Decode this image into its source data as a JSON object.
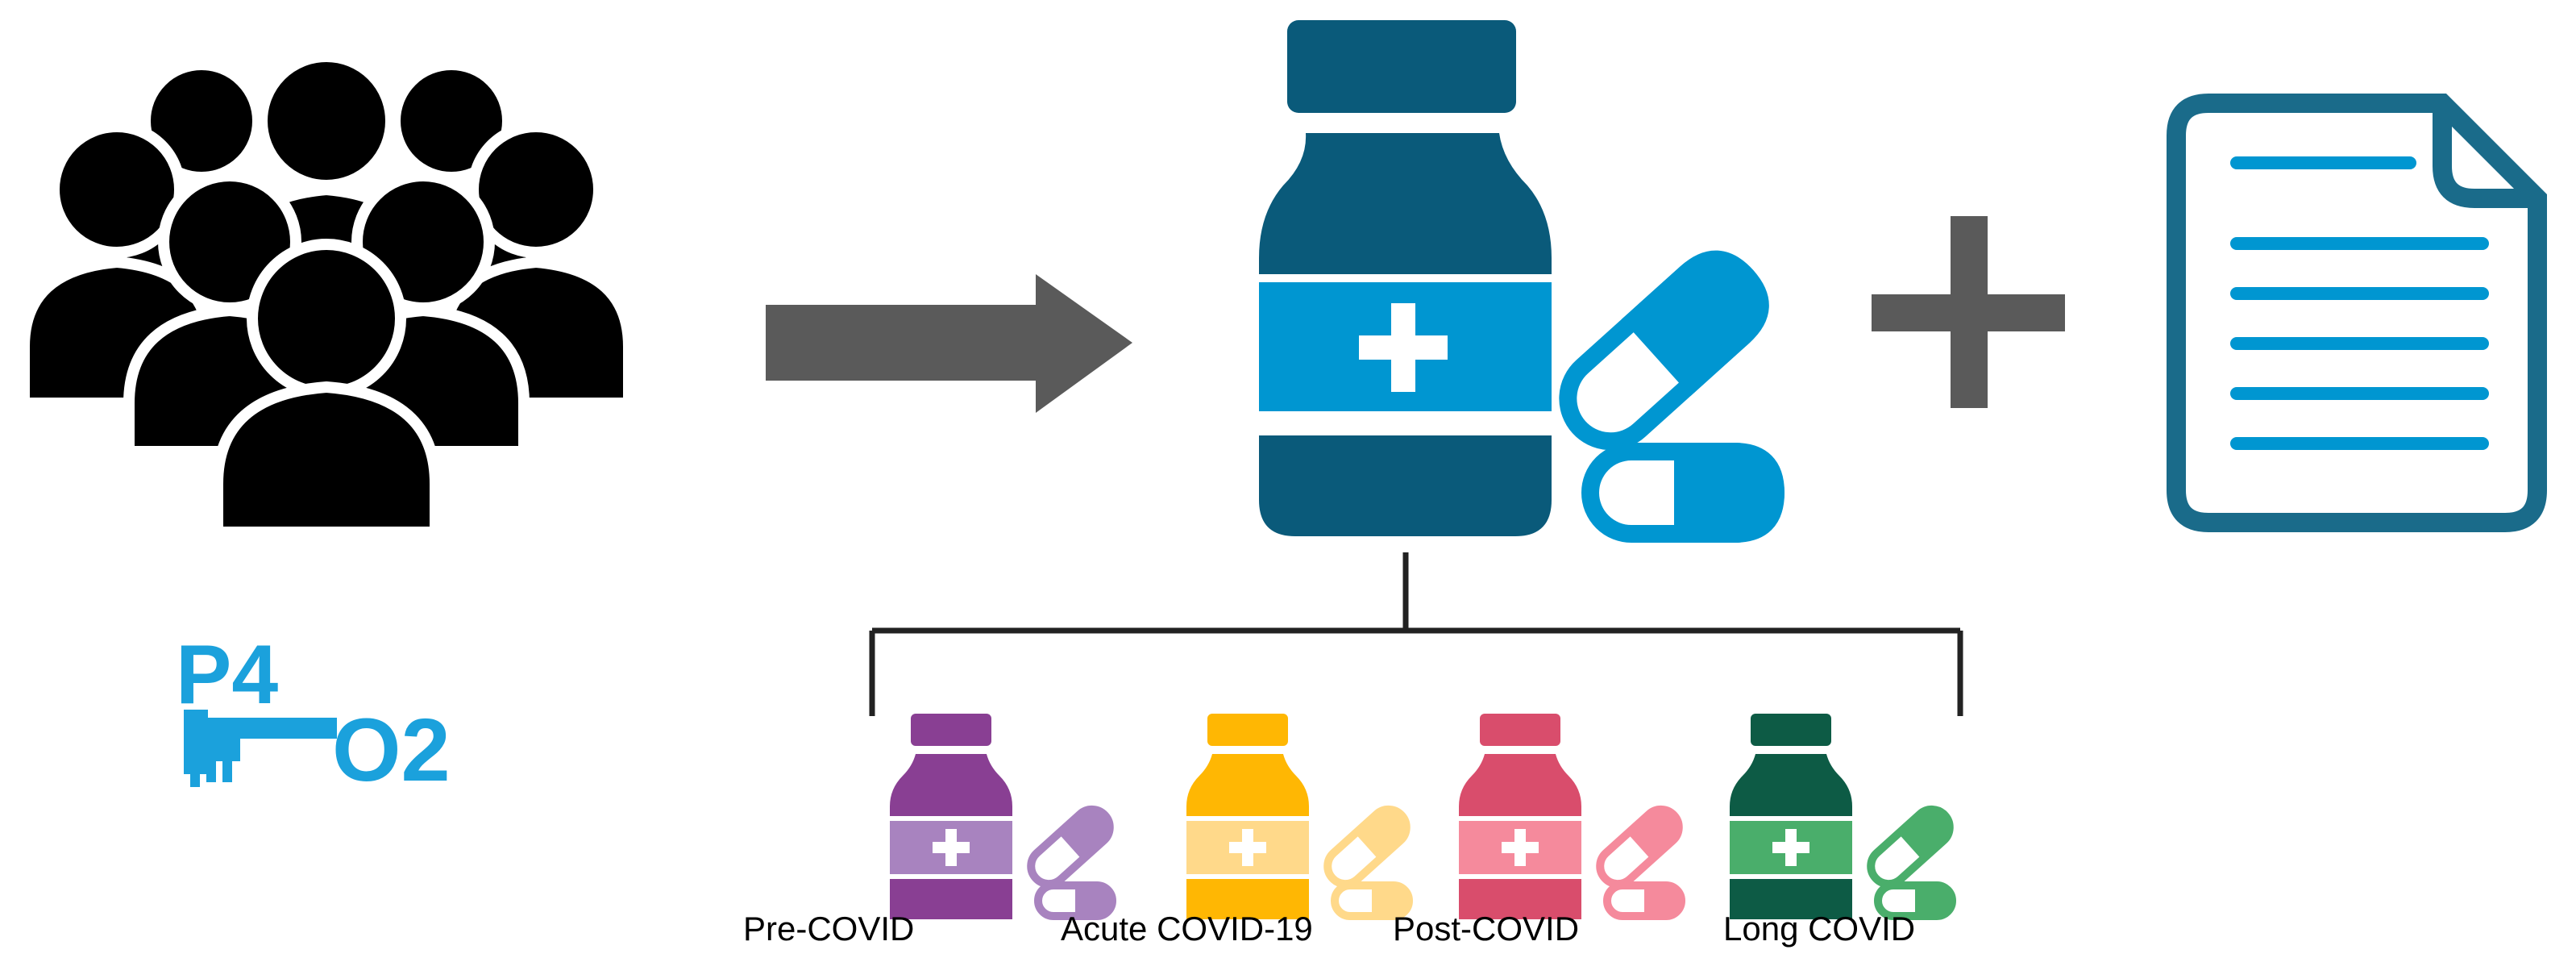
{
  "logo": {
    "top_text": "P4",
    "bottom_text": "O2",
    "color": "#1ba1dc"
  },
  "colors": {
    "people": "#000000",
    "arrow": "#5a5a5a",
    "plus": "#5a5a5a",
    "bottle_dark": "#0a5a7a",
    "bottle_light": "#0096d1",
    "document_outline": "#1a6b8a",
    "document_lines": "#0096d1",
    "branch_lines": "#222222"
  },
  "phases": [
    {
      "label": "Pre-COVID",
      "dark": "#893f93",
      "light": "#a883bf",
      "icon": "medicine-bottle-icon"
    },
    {
      "label": "Acute COVID-19",
      "dark": "#ffb703",
      "light": "#ffd98a",
      "icon": "medicine-bottle-icon"
    },
    {
      "label": "Post-COVID",
      "dark": "#d94d6c",
      "light": "#f58a9c",
      "icon": "medicine-bottle-icon"
    },
    {
      "label": "Long COVID",
      "dark": "#0d5b45",
      "light": "#4aae6b",
      "icon": "medicine-bottle-icon"
    }
  ]
}
